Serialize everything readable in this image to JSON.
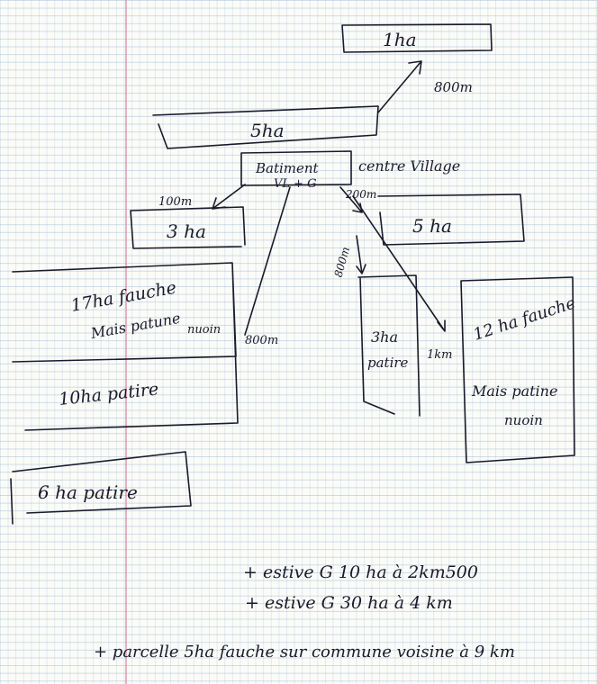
{
  "diagram": {
    "plots": {
      "top_1ha": "1ha",
      "dist_800m_top": "800m",
      "field_5ha_top": "5ha",
      "building_line1": "Batiment",
      "building_line2": "VL + G",
      "centre_village": "centre Village",
      "dist_100m": "100m",
      "dist_200m": "200m",
      "field_3ha_left": "3 ha",
      "field_5ha_right": "5 ha",
      "dist_800m_mid": "800m",
      "left_17ha_line1": "17ha fauche",
      "left_17ha_line2": "Mais patune",
      "left_17ha_line3": "nuoin",
      "dist_800m_left": "800m",
      "left_10ha": "10ha patire",
      "mid_3ha_line1": "3ha",
      "mid_3ha_line2": "patire",
      "dist_1km": "1km",
      "right_12ha_line1": "12 ha fauche",
      "right_12ha_line2": "Mais patine",
      "right_12ha_line3": "nuoin",
      "left_6ha": "6 ha patire"
    },
    "notes": {
      "line1": "+ estive G   10 ha  à 2km500",
      "line2": "+ estive G   30 ha  à 4 km",
      "line3": "+ parcelle 5ha fauche sur commune voisine à 9 km"
    }
  }
}
